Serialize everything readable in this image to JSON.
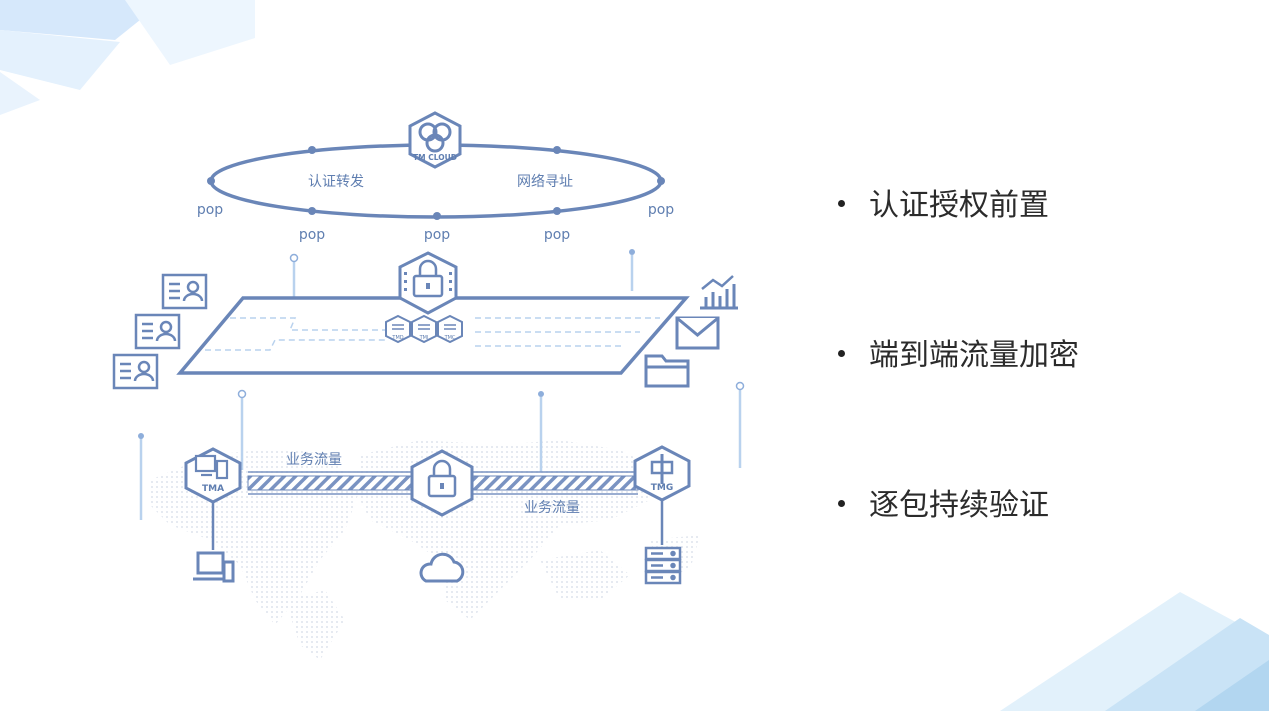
{
  "diagram": {
    "cloud_label": "TM CLOUD",
    "ring_left_label": "认证转发",
    "ring_right_label": "网络寻址",
    "pop_labels": [
      "pop",
      "pop",
      "pop",
      "pop",
      "pop"
    ],
    "chip_labels": [
      "TMD",
      "TMI",
      "TMC"
    ],
    "tma_label": "TMA",
    "tmg_label": "TMG",
    "traffic_label_top": "业务流量",
    "traffic_label_bottom": "业务流量"
  },
  "bullets": [
    "认证授权前置",
    "端到端流量加密",
    "逐包持续验证"
  ],
  "colors": {
    "line": "#6a86b8",
    "accent": "#b9d2ee",
    "text": "#2b2b2b"
  }
}
